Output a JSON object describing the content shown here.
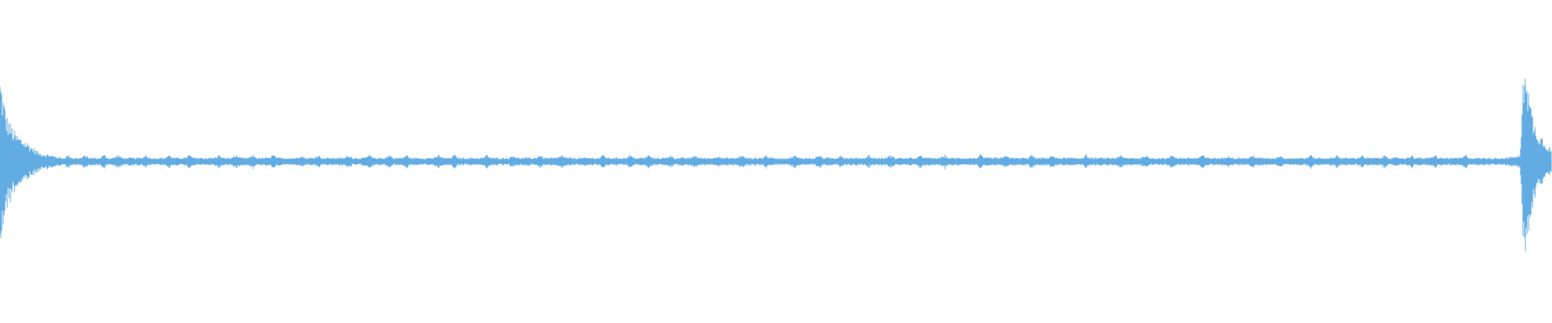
{
  "waveform": {
    "color": "#62ace3",
    "background": "#ffffff",
    "amplitude_profile": [
      {
        "t": 0.0,
        "a": 0.55
      },
      {
        "t": 0.004,
        "a": 0.3
      },
      {
        "t": 0.01,
        "a": 0.18
      },
      {
        "t": 0.018,
        "a": 0.12
      },
      {
        "t": 0.025,
        "a": 0.06
      },
      {
        "t": 0.04,
        "a": 0.025
      },
      {
        "t": 0.97,
        "a": 0.025
      },
      {
        "t": 0.98,
        "a": 0.04
      },
      {
        "t": 0.983,
        "a": 0.8
      },
      {
        "t": 0.986,
        "a": 0.4
      },
      {
        "t": 0.99,
        "a": 0.22
      },
      {
        "t": 0.995,
        "a": 0.15
      },
      {
        "t": 1.0,
        "a": 0.08
      }
    ],
    "burst_positions": [
      0.031,
      0.044,
      0.055,
      0.067,
      0.076,
      0.094,
      0.109,
      0.122,
      0.141,
      0.152,
      0.163,
      0.176,
      0.194,
      0.205,
      0.225,
      0.238,
      0.251,
      0.262,
      0.283,
      0.293,
      0.314,
      0.331,
      0.348,
      0.362,
      0.389,
      0.406,
      0.418,
      0.432,
      0.448,
      0.463,
      0.478,
      0.494,
      0.512,
      0.528,
      0.542,
      0.56,
      0.574,
      0.594,
      0.609,
      0.632,
      0.649,
      0.665,
      0.678,
      0.7,
      0.722,
      0.738,
      0.756,
      0.775,
      0.792,
      0.808,
      0.825,
      0.845,
      0.862,
      0.878,
      0.893,
      0.91,
      0.925,
      0.945
    ]
  }
}
